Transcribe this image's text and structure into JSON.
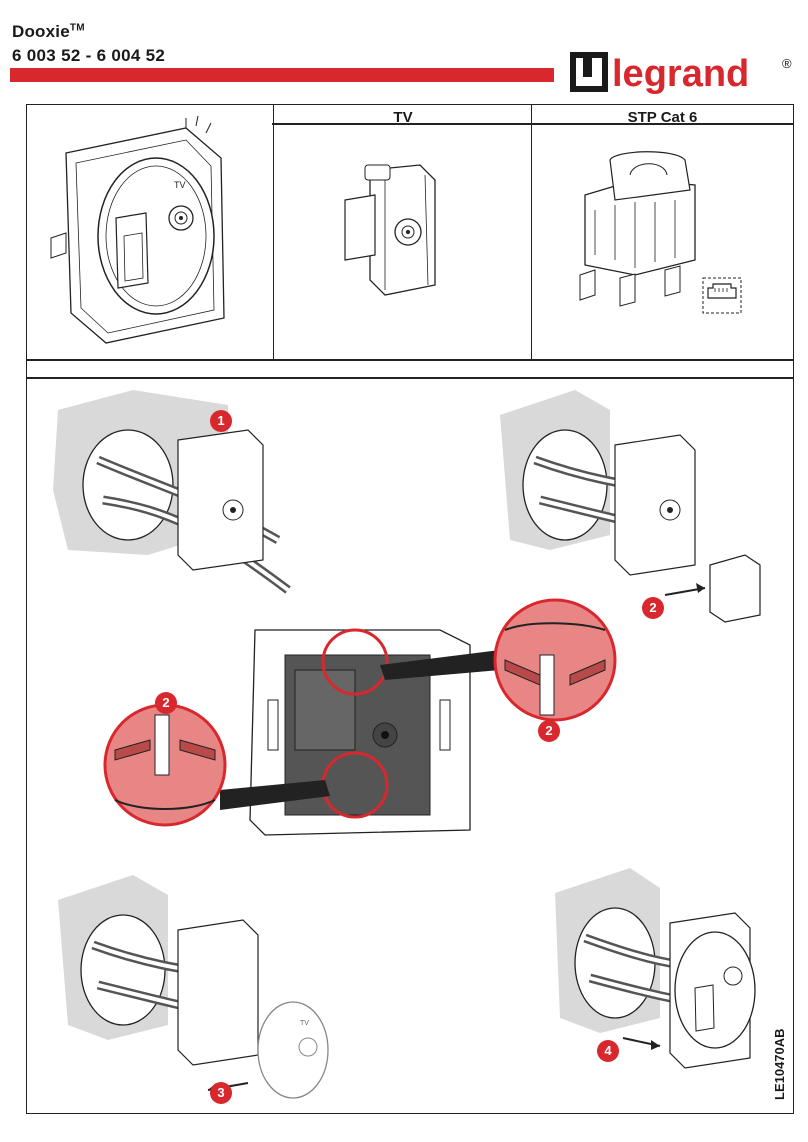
{
  "header": {
    "product": "Dooxie",
    "trademark": "TM",
    "codes": "6 003 52 - 6 004 52",
    "brand": "legrand",
    "registered": "®",
    "brand_color": "#d9272e"
  },
  "columns": {
    "tv": "TV",
    "stp": "STP Cat 6"
  },
  "faceplate_label": "TV",
  "steps": [
    "1",
    "2",
    "2",
    "2",
    "3",
    "4"
  ],
  "document_ref": "LE10470AB",
  "colors": {
    "accent": "#d9272e",
    "wall": "#d9d9d9",
    "line": "#222222",
    "mechanism": "#555555"
  }
}
